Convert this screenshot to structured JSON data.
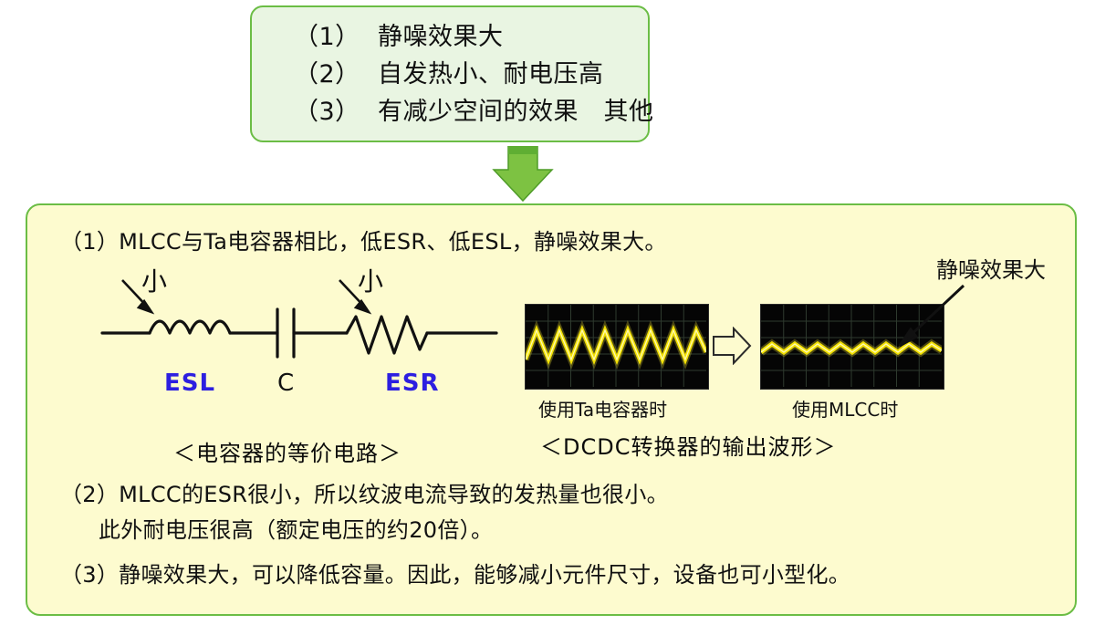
{
  "theme": {
    "green_border": "#6bbd45",
    "green_fill": "#e9f5e2",
    "yellow_fill": "#fdfbcf",
    "accent_blue": "#2d1fe0",
    "trace_yellow": "#f5e400",
    "scope_background": "#050505"
  },
  "summary_box": {
    "items": [
      {
        "number": "（1）",
        "text": "静噪效果大"
      },
      {
        "number": "（2）",
        "text": "自发热小、耐电压高"
      },
      {
        "number": "（3）",
        "text": "有减少空间的效果　其他"
      }
    ]
  },
  "flow_arrow": {
    "icon": "down-arrow-icon",
    "direction": "down"
  },
  "detail_box": {
    "point1": "（1）MLCC与Ta电容器相比，低ESR、低ESL，静噪效果大。",
    "point2_line1": "（2）MLCC的ESR很小，所以纹波电流导致的发热量也很小。",
    "point2_line2": "此外耐电压很高（额定电压的约20倍）。",
    "point3": "（3）静噪效果大，可以降低容量。因此，能够减小元件尺寸，设备也可小型化。",
    "circuit": {
      "caption": "＜电容器的等价电路＞",
      "esl_label": "ESL",
      "c_label": "C",
      "esr_label": "ESR",
      "small_label_left": "小",
      "small_label_right": "小"
    },
    "waveforms": {
      "caption": "＜DCDC转换器的输出波形＞",
      "left_caption": "使用Ta电容器时",
      "right_caption": "使用MLCC时",
      "callout": "静噪效果大",
      "compare_icon": "right-arrow-icon"
    }
  },
  "chart_data": [
    {
      "type": "line",
      "title": "使用Ta电容器时",
      "xlabel": "",
      "ylabel": "",
      "grid": true,
      "series": [
        {
          "name": "ripple-ta",
          "x": [
            0,
            25,
            50,
            75,
            100,
            125,
            150,
            175,
            200,
            225,
            250,
            275,
            300,
            325,
            350,
            375,
            400
          ],
          "values": [
            -28,
            26,
            -28,
            26,
            -28,
            26,
            -28,
            26,
            -28,
            26,
            -28,
            26,
            -28,
            26,
            -28,
            26,
            -28
          ]
        }
      ],
      "ylim": [
        -46,
        46
      ],
      "annotation": "large triangular ripple"
    },
    {
      "type": "line",
      "title": "使用MLCC时",
      "xlabel": "",
      "ylabel": "",
      "grid": true,
      "series": [
        {
          "name": "ripple-mlcc",
          "x": [
            0,
            25,
            50,
            75,
            100,
            125,
            150,
            175,
            200,
            225,
            250,
            275,
            300,
            325,
            350,
            375,
            400
          ],
          "values": [
            -8,
            7,
            -8,
            7,
            -8,
            7,
            -8,
            7,
            -8,
            7,
            -8,
            7,
            -8,
            7,
            -8,
            7,
            -8
          ]
        }
      ],
      "ylim": [
        -46,
        46
      ],
      "annotation": "small ripple — 静噪效果大"
    }
  ]
}
